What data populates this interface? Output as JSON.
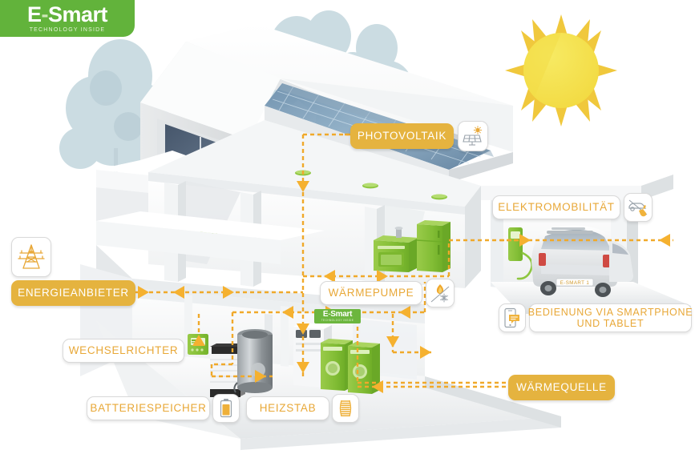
{
  "brand": {
    "logo_prefix": "E",
    "logo_dash": "-",
    "logo_name": "Smart",
    "tagline": "TECHNOLOGY INSIDE",
    "mini_prefix": "E",
    "mini_dash": "-",
    "mini_name": "Smart",
    "mini_tagline": "TECHNOLOGY INSIDE"
  },
  "colors": {
    "brand_green": "#62b33b",
    "accent_gold": "#e5b33f",
    "label_text_gold": "#e8a838",
    "dashed_line": "#f0a92a",
    "sun_body": "#f5e04e",
    "sun_rays": "#f0c83c",
    "solar_panel_blue": "#5b7f9e",
    "appliance_green": "#8dc63f",
    "window_blue": "#4a5a6e",
    "tree_blue": "#c3d6dd"
  },
  "callouts": [
    {
      "id": "photovoltaik",
      "label": "PHOTOVOLTAIK",
      "style": "gold",
      "icon": "solar-panel-icon"
    },
    {
      "id": "elektromobilitat",
      "label": "ELEKTROMOBILITÄT",
      "style": "white",
      "icon": "car-plug-icon"
    },
    {
      "id": "energieanbieter",
      "label": "ENERGIEANBIETER",
      "style": "gold",
      "icon": "power-pylon-icon"
    },
    {
      "id": "warmepumpe",
      "label": "WÄRMEPUMPE",
      "style": "white",
      "icon": "flame-snowflake-icon"
    },
    {
      "id": "smartphone",
      "label": "BEDIENUNG VIA SMARTPHONE UND TABLET",
      "style": "white",
      "icon": "smartphone-icon",
      "line1": "BEDIENUNG VIA SMARTPHONE",
      "line2": "UND TABLET"
    },
    {
      "id": "wechselrichter",
      "label": "WECHSELRICHTER",
      "style": "white",
      "icon": null
    },
    {
      "id": "batteriespeicher",
      "label": "BATTERIESPEICHER",
      "style": "white",
      "icon": "battery-icon"
    },
    {
      "id": "heizstab",
      "label": "HEIZSTAB",
      "style": "white",
      "icon": "heating-rod-icon"
    },
    {
      "id": "warmequelle",
      "label": "WÄRMEQUELLE",
      "style": "gold",
      "icon": null
    }
  ],
  "scene": {
    "vehicle_plate": "E-SMART 1",
    "description": "Modern white house cutaway with photovoltaic roof, carport with electric car, basement with inverter, battery storage, heat pump and appliances, connected by dashed energy-flow arrows."
  }
}
